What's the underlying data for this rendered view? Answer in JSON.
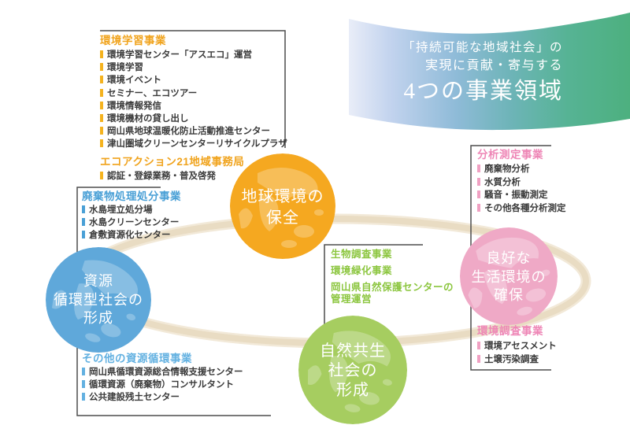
{
  "banner": {
    "line1": "「持続可能な地域社会」の",
    "line2": "実現に貢献・寄与する",
    "title": "4つの事業領域"
  },
  "circles": {
    "global_env": {
      "lines": [
        "地球環境の",
        "保全"
      ],
      "color": "#f5a820"
    },
    "resource_cycle": {
      "lines": [
        "資源",
        "循環型社会の",
        "形成"
      ],
      "color": "#5fa8da"
    },
    "good_living": {
      "lines": [
        "良好な",
        "生活環境の",
        "確保"
      ],
      "color": "#efa9c6"
    },
    "nature_symbiosis": {
      "lines": [
        "自然共生",
        "社会の",
        "形成"
      ],
      "color": "#a6cd60"
    }
  },
  "sections": {
    "env_learning": {
      "header": "環境学習事業",
      "items": [
        "環境学習センター「アスエコ」運営",
        "環境学習",
        "環境イベント",
        "セミナー、エコツアー",
        "環境情報発信",
        "環境機材の貸し出し",
        "岡山県地球温暖化防止活動推進センター",
        "津山圏域クリーンセンターリサイクルプラザ"
      ]
    },
    "eco_action21": {
      "header": "エコアクション21地域事務局",
      "items": [
        "認証・登録業務・普及啓発"
      ]
    },
    "waste_disposal": {
      "header": "廃棄物処理処分事業",
      "items": [
        "水島埋立処分場",
        "水島クリーンセンター",
        "倉敷資源化センター"
      ]
    },
    "other_recycle": {
      "header": "その他の資源循環事業",
      "items": [
        "岡山県循環資源総合情報支援センター",
        "循環資源（廃棄物）コンサルタント",
        "公共建設残土センター"
      ]
    },
    "bio_survey": {
      "headers": [
        "生物調査事業",
        "環境緑化事業",
        "岡山県自然保護センターの管理運営"
      ]
    },
    "analysis": {
      "header": "分析測定事業",
      "items": [
        "廃棄物分析",
        "水質分析",
        "騒音・振動測定",
        "その他各種分析測定"
      ]
    },
    "env_survey": {
      "header": "環境調査事業",
      "items": [
        "環境アセスメント",
        "土壌汚染調査"
      ]
    }
  },
  "colors": {
    "header_orange": "#f0a31c",
    "header_blue": "#4aa0d6",
    "header_light_blue": "#63b1e1",
    "header_pink": "#ee86b6",
    "header_green": "#8cc63f",
    "circle_orange": "#f5a820",
    "circle_blue": "#5fa8da",
    "circle_pink": "#efa9c6",
    "circle_green": "#a6cd60",
    "ellipse_ring": "#e9dcc3",
    "box_line": "#4d4d4d",
    "banner_gradient_left": "#e7ecf7",
    "banner_gradient_right": "#4db07f"
  }
}
